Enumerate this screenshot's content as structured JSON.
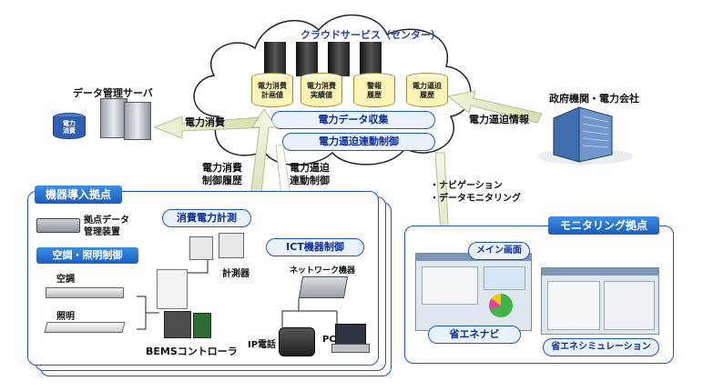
{
  "cloud": {
    "title": "クラウドサービス（センター）",
    "databases": [
      "電力消費\n計画値",
      "電力消費\n実績値",
      "警報\n履歴",
      "電力逼迫\n履歴"
    ],
    "collect_label": "電力データ収集",
    "control_label": "電力逼迫連動制御"
  },
  "data_server": {
    "label": "データ管理サーバ",
    "badge": "電力\n消費"
  },
  "government": {
    "label": "政府機関・電力会社"
  },
  "arrows": {
    "power_consumption": "電力消費",
    "tight_info": "電力逼迫情報",
    "consumption_history": "電力消費\n制御履歴",
    "tight_control": "電力逼迫\n連動制御",
    "nav_items": [
      "ナビゲーション",
      "データモニタリング"
    ]
  },
  "equipment_site": {
    "title": "機器導入拠点",
    "site_device": "拠点データ\n管理装置",
    "hvac_control": "空調・照明制御",
    "hvac": "空調",
    "lighting": "照明",
    "meter_pill": "消費電力計測",
    "meter": "計測器",
    "ict_pill": "ICT機器制御",
    "network": "ネットワーク機器",
    "ip_phone": "IP電話",
    "pc": "PC",
    "bems": "BEMSコントローラ"
  },
  "monitoring_site": {
    "title": "モニタリング拠点",
    "main_screen": "メイン画面",
    "eco_navi": "省エネナビ",
    "eco_sim": "省エネシミュレーション"
  }
}
